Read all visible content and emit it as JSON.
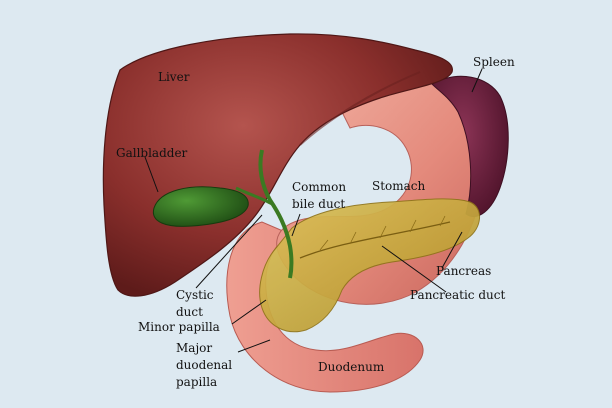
{
  "diagram": {
    "background": "#dde9f1",
    "organ_colors": {
      "liver": "#8a2f2c",
      "stomach": "#e79a8c",
      "spleen": "#6a1f3a",
      "gallbladder": "#2f6d1f",
      "pancreas": "#cdae3a",
      "duodenum": "#e0857b"
    },
    "labels": {
      "liver": "Liver",
      "spleen": "Spleen",
      "gallbladder": "Gallbladder",
      "common_bile_duct": "Common\nbile duct",
      "stomach": "Stomach",
      "pancreas": "Pancreas",
      "cystic_duct": "Cystic\nduct",
      "pancreatic_duct": "Pancreatic duct",
      "minor_papilla": "Minor papilla",
      "major_duodenal_papilla": "Major\nduodenal\npapilla",
      "duodenum": "Duodenum"
    }
  }
}
